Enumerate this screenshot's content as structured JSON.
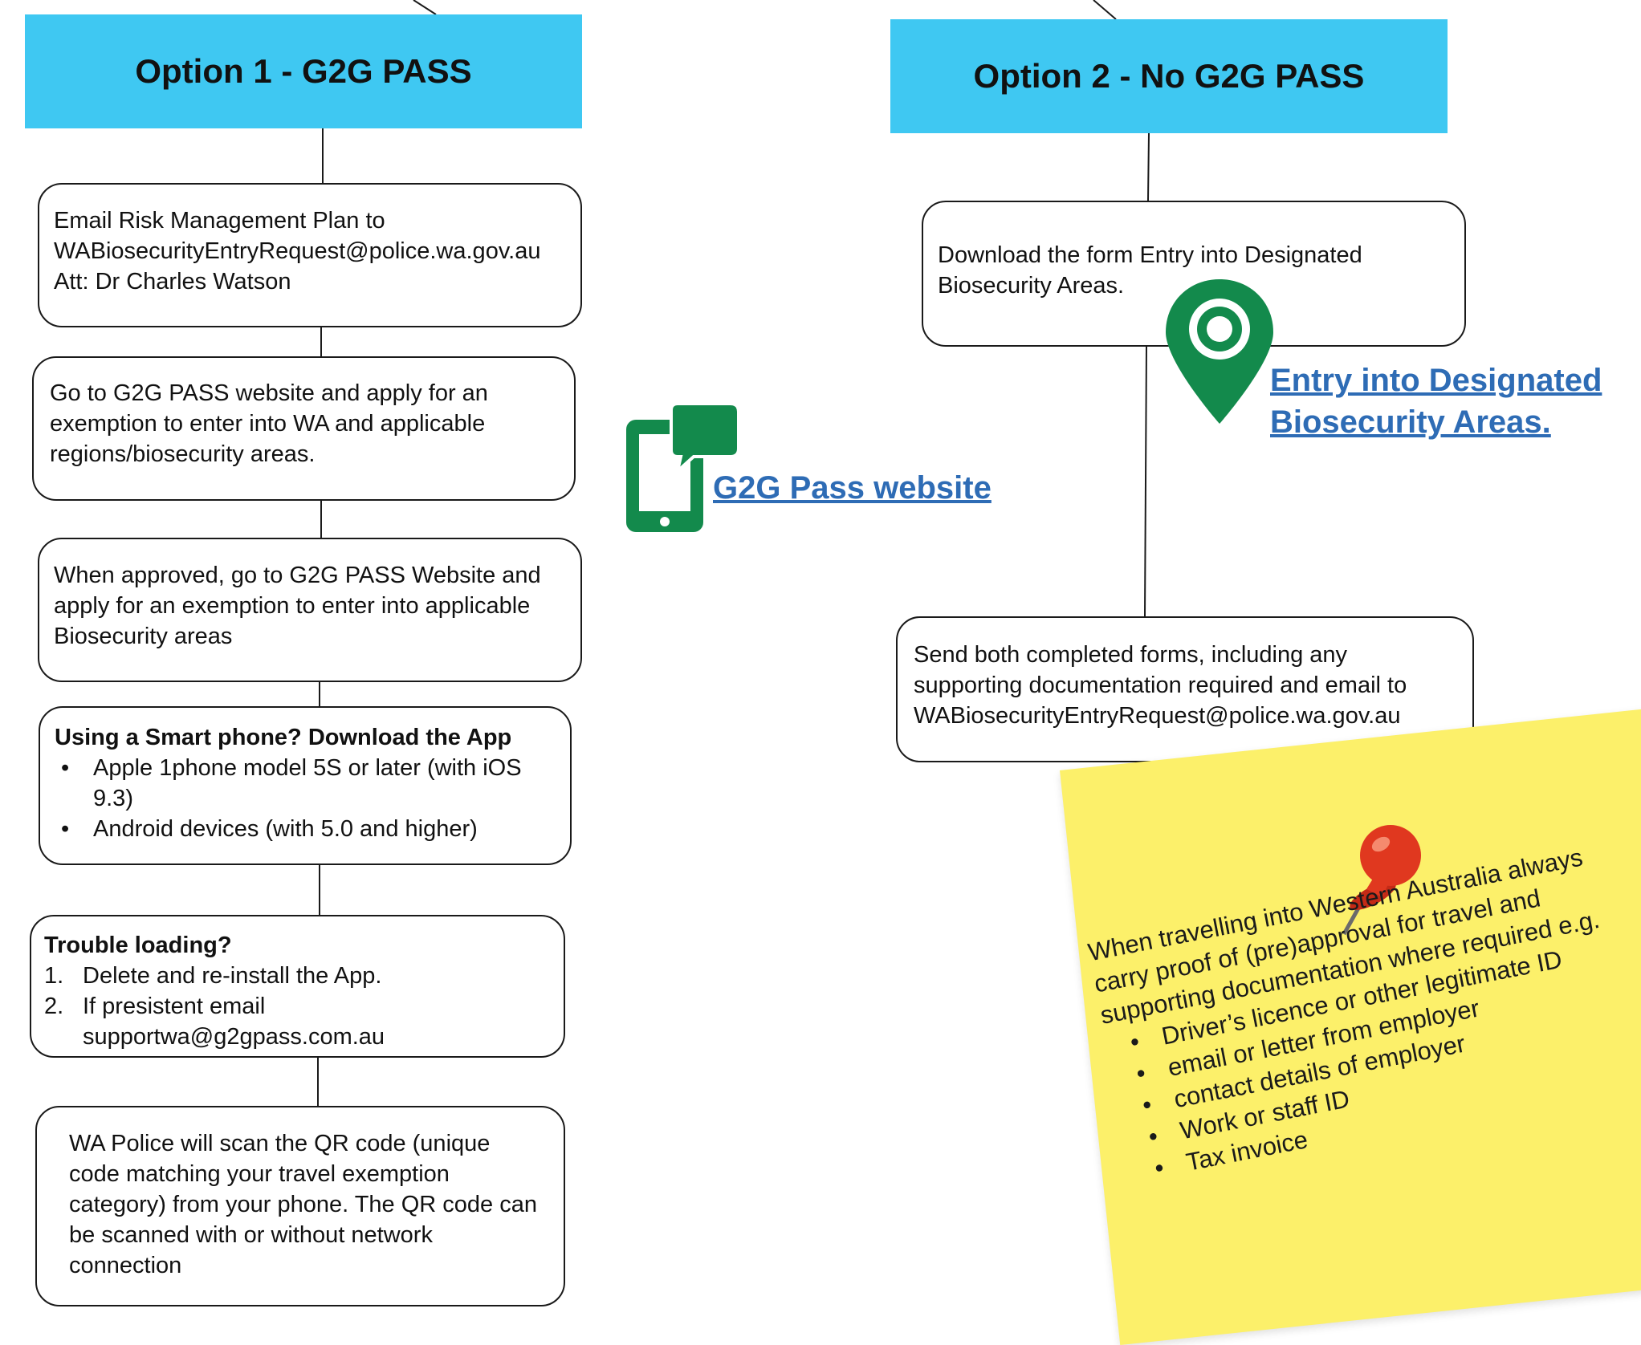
{
  "option1": {
    "header": "Option 1 - G2G PASS",
    "step1": "Email Risk Management Plan to WABiosecurityEntryRequest@police.wa.gov.au Att: Dr Charles Watson",
    "step2": "Go to G2G PASS website and apply for an exemption to enter into WA and applicable regions/biosecurity areas.",
    "step3": "When approved, go to G2G PASS Website and apply for an exemption to enter into applicable Biosecurity areas",
    "step4": {
      "title": "Using a Smart phone? Download the App",
      "items": [
        "Apple 1phone model 5S or later (with iOS 9.3)",
        "Android devices (with 5.0 and higher)"
      ]
    },
    "step5": {
      "title": "Trouble loading?",
      "items": [
        {
          "num": "1.",
          "text": "Delete and re-install the App."
        },
        {
          "num": "2.",
          "text": "If presistent email supportwa@g2gpass.com.au"
        }
      ]
    },
    "step6": "WA Police will scan the QR code (unique code matching your travel exemption category) from your phone. The QR code can be scanned  with or without network connection"
  },
  "g2g_link": {
    "label": "G2G Pass website",
    "icon": "smartphone-chat-icon"
  },
  "option2": {
    "header": "Option 2 - No G2G PASS",
    "step1": "Download the form Entry into Designated Biosecurity Areas.",
    "step2": "Send both completed forms, including any supporting documentation required and email to WABiosecurityEntryRequest@police.wa.gov.au"
  },
  "entry_link": {
    "line1": "Entry into Designated",
    "line2": "Biosecurity Areas.",
    "icon": "map-pin-icon"
  },
  "note": {
    "icon": "pushpin-icon",
    "intro": "When travelling into Western Australia always carry proof of (pre)approval for travel and supporting documentation where required e.g.",
    "items": [
      "Driver’s licence or other legitimate ID",
      "email or letter from employer",
      "contact details of employer",
      "Work or staff ID",
      "Tax invoice"
    ]
  },
  "colors": {
    "header": "#3fc8f2",
    "icon_green": "#138a4c",
    "link": "#2e6cb5",
    "note": "#fcf06a",
    "pin": "#e0381f"
  }
}
